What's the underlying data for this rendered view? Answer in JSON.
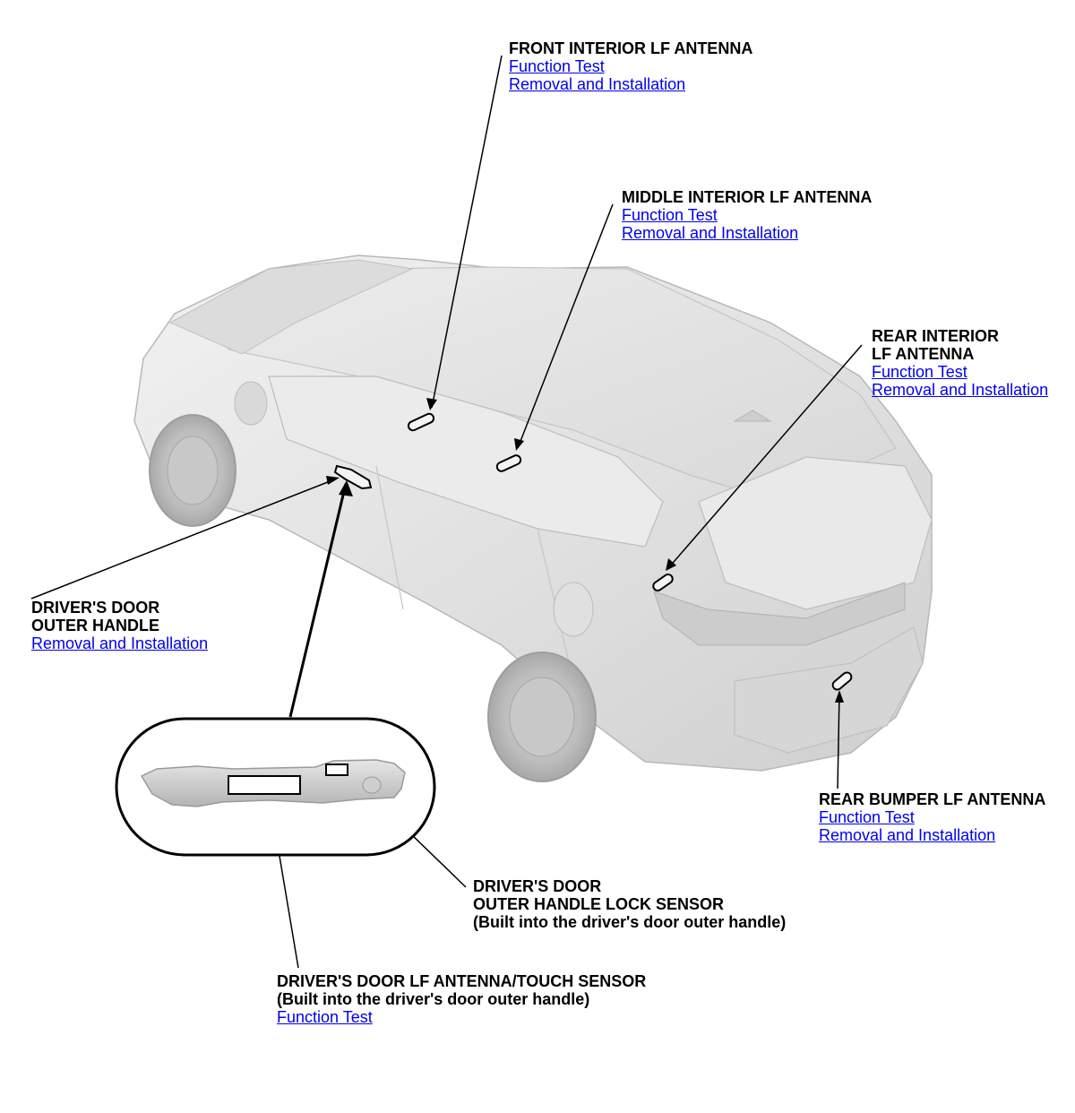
{
  "callouts": {
    "front_interior": {
      "title": "FRONT INTERIOR LF ANTENNA",
      "links": [
        "Function Test",
        "Removal and Installation"
      ]
    },
    "middle_interior": {
      "title": "MIDDLE INTERIOR LF ANTENNA",
      "links": [
        "Function Test",
        "Removal and Installation"
      ]
    },
    "rear_interior": {
      "title_lines": [
        "REAR INTERIOR",
        "LF ANTENNA"
      ],
      "links": [
        "Function Test",
        "Removal and Installation"
      ]
    },
    "drivers_door_outer_handle": {
      "title_lines": [
        "DRIVER'S DOOR",
        "OUTER HANDLE"
      ],
      "links": [
        "Removal and Installation"
      ]
    },
    "rear_bumper": {
      "title": "REAR BUMPER LF ANTENNA",
      "links": [
        "Function Test",
        "Removal and Installation"
      ]
    },
    "lock_sensor": {
      "title_lines": [
        "DRIVER'S DOOR",
        "OUTER HANDLE LOCK SENSOR",
        "(Built into the driver's door outer handle)"
      ]
    },
    "touch_sensor": {
      "title_lines": [
        "DRIVER'S DOOR LF ANTENNA/TOUCH SENSOR",
        "(Built into the driver's door outer handle)"
      ],
      "links": [
        "Function Test"
      ]
    }
  },
  "colors": {
    "link": "#0000ee",
    "line": "#000000",
    "vehicle_fill": "#e4e4e4"
  }
}
